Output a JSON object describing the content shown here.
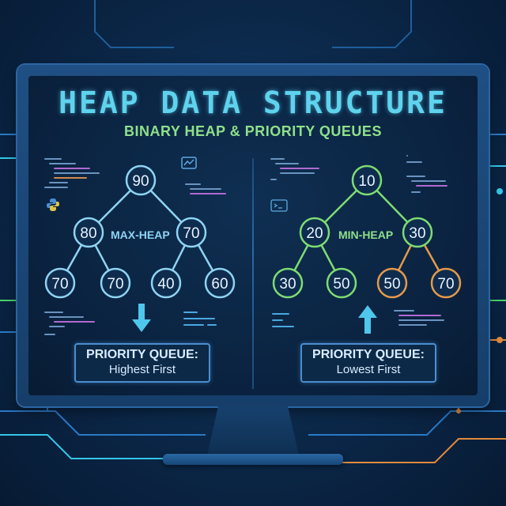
{
  "title": "HEAP DATA STRUCTURE",
  "subtitle": "BINARY HEAP & PRIORITY QUEUES",
  "colors": {
    "title": "#5fd3ee",
    "subtitle": "#8fe08a",
    "max_node_stroke": "#8fd4f2",
    "min_node_stroke": "#7edc72",
    "min_node_orange_stroke": "#e59a4a",
    "node_fill": "#0e2c4e",
    "circuit_blue": "#2a79c4",
    "circuit_cyan": "#35c6e6",
    "circuit_green": "#4cd06a",
    "circuit_orange": "#e08a3c"
  },
  "max_heap": {
    "label": "MAX-HEAP",
    "nodes": [
      "90",
      "80",
      "70",
      "70",
      "70",
      "40",
      "60"
    ]
  },
  "min_heap": {
    "label": "MIN-HEAP",
    "nodes": [
      "10",
      "20",
      "30",
      "30",
      "50",
      "50",
      "70"
    ]
  },
  "priority_queue_max": {
    "title": "PRIORITY QUEUE:",
    "subtitle": "Highest First",
    "arrow": "down-arrow-icon"
  },
  "priority_queue_min": {
    "title": "PRIORITY QUEUE:",
    "subtitle": "Lowest First",
    "arrow": "up-arrow-icon"
  }
}
